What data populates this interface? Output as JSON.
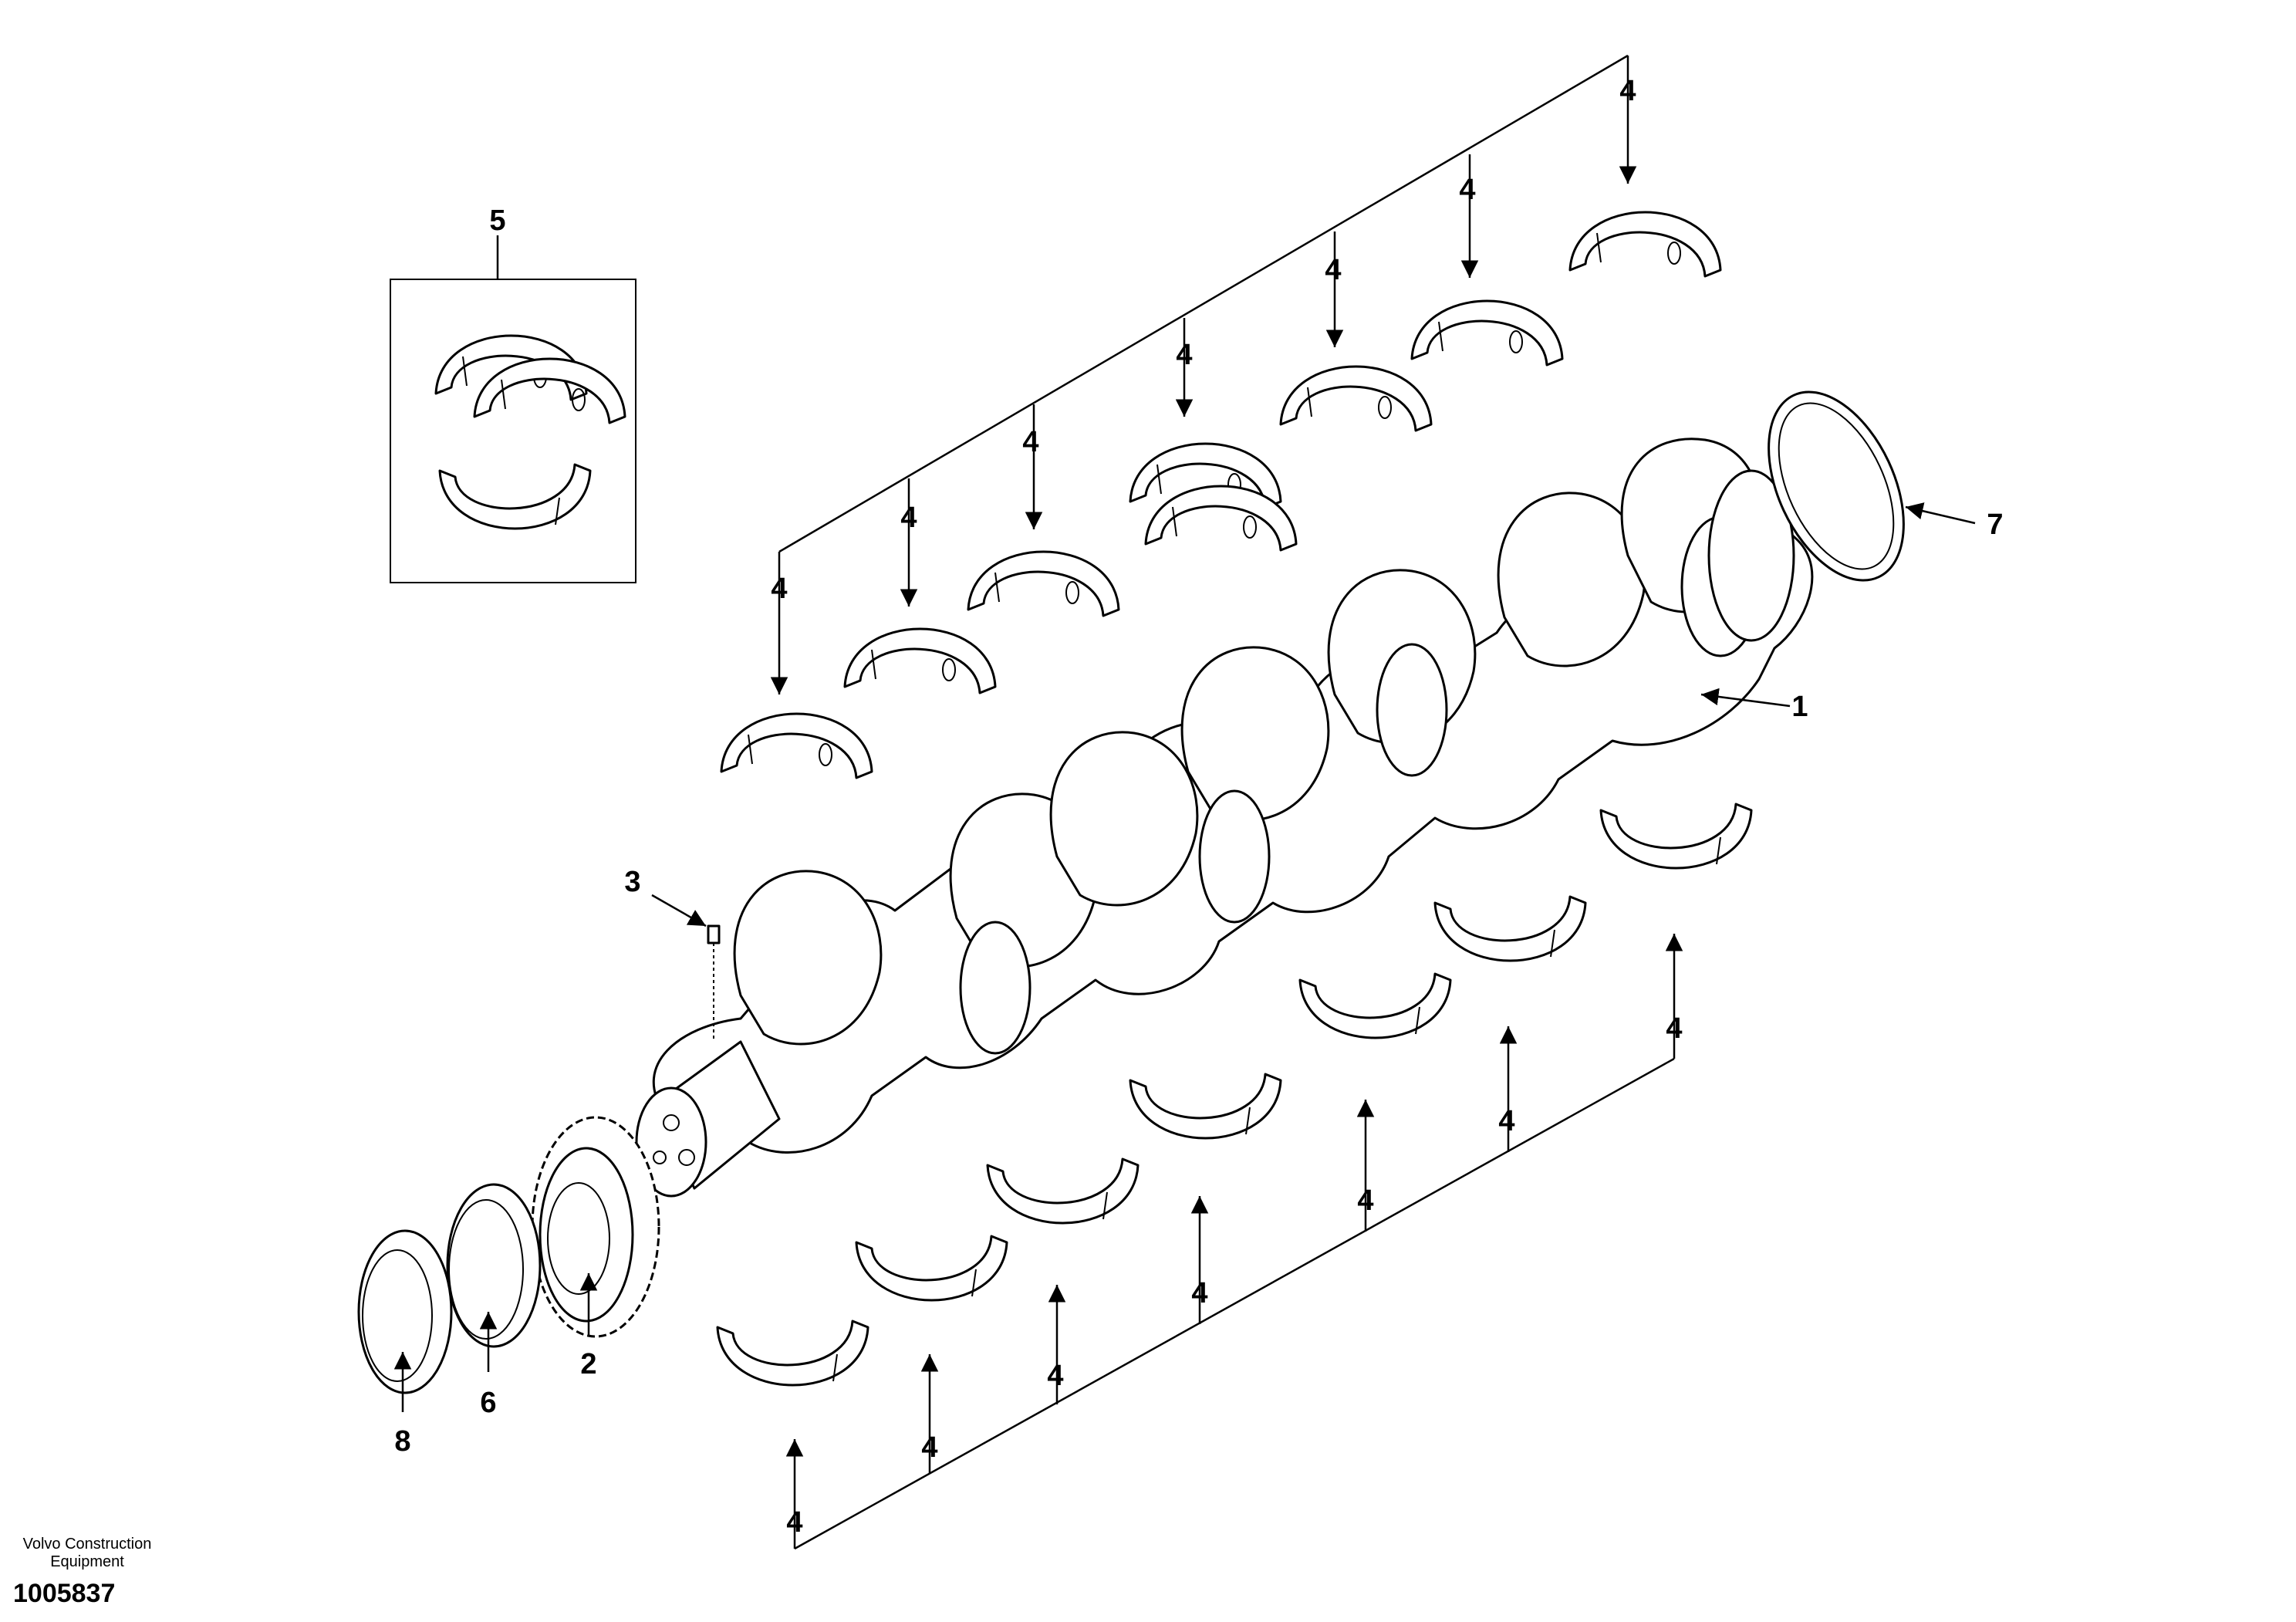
{
  "callouts": {
    "c1": "1",
    "c2": "2",
    "c3": "3",
    "c5": "5",
    "c6": "6",
    "c7": "7",
    "c8": "8",
    "c4": "4"
  },
  "footer": {
    "brand_line1": "Volvo Construction",
    "brand_line2": "Equipment",
    "doc_number": "1005837"
  }
}
